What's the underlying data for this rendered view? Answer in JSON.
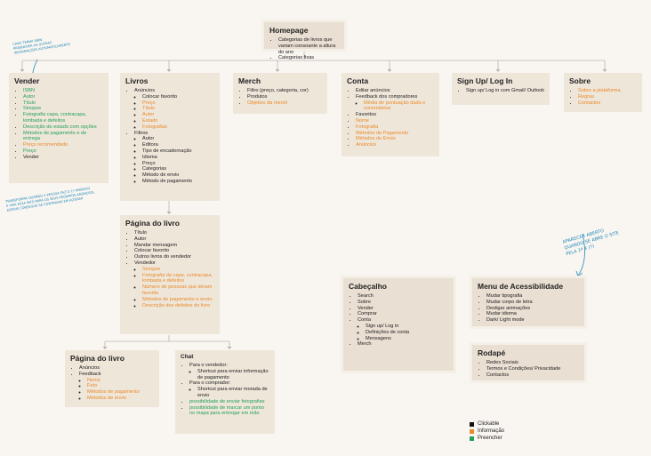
{
  "homepage": {
    "title": "Homepage",
    "items": [
      {
        "text": "Categorias de livros que variam consoante a altura do ano",
        "c": "k"
      },
      {
        "text": "Categorias fixas",
        "c": "k"
      }
    ]
  },
  "vender": {
    "title": "Vender",
    "items": [
      {
        "text": "ISBN",
        "c": "g"
      },
      {
        "text": "Autor",
        "c": "g"
      },
      {
        "text": "Título",
        "c": "g"
      },
      {
        "text": "Sinopse",
        "c": "g"
      },
      {
        "text": "Fotografia capa, contracapa, lombada e defeitos",
        "c": "g"
      },
      {
        "text": "Descrição do estado com opções",
        "c": "g"
      },
      {
        "text": "Métodos de pagamento e de entrega",
        "c": "g"
      },
      {
        "text": "Preço recomendado",
        "c": "o"
      },
      {
        "text": "Preço",
        "c": "g"
      },
      {
        "text": "Vender",
        "c": "k"
      }
    ]
  },
  "livros": {
    "title": "Livros",
    "items": [
      {
        "text": "Anúncios",
        "c": "k",
        "sub": [
          {
            "text": "Colocar favorito",
            "c": "k"
          },
          {
            "text": "Preço",
            "c": "o"
          },
          {
            "text": "Título",
            "c": "o"
          },
          {
            "text": "Autor",
            "c": "o"
          },
          {
            "text": "Estado",
            "c": "o"
          },
          {
            "text": "Fotografias",
            "c": "o"
          }
        ]
      },
      {
        "text": "Filtros",
        "c": "k",
        "sub": [
          {
            "text": "Autor",
            "c": "k"
          },
          {
            "text": "Editora",
            "c": "k"
          },
          {
            "text": "Tipo de encadernação",
            "c": "k"
          },
          {
            "text": "Idioma",
            "c": "k"
          },
          {
            "text": "Preço",
            "c": "k"
          },
          {
            "text": "Categorias",
            "c": "k"
          },
          {
            "text": "Método de envio",
            "c": "k"
          },
          {
            "text": "Método de pagamento",
            "c": "k"
          }
        ]
      }
    ]
  },
  "merch": {
    "title": "Merch",
    "items": [
      {
        "text": "Filtro (preço, categoria, cor)",
        "c": "k"
      },
      {
        "text": "Produtos",
        "c": "k"
      },
      {
        "text": "Objetivo da merch",
        "c": "o"
      }
    ]
  },
  "conta": {
    "title": "Conta",
    "items": [
      {
        "text": "Editar anúncios",
        "c": "k"
      },
      {
        "text": "Feedback dos compradores",
        "c": "k",
        "sub": [
          {
            "text": "Média de pontuação dada e comentários",
            "c": "o"
          }
        ]
      },
      {
        "text": "Favoritos",
        "c": "k"
      },
      {
        "text": "Nome",
        "c": "o"
      },
      {
        "text": "Fotografia",
        "c": "o"
      },
      {
        "text": "Métodos de Pagamento",
        "c": "o"
      },
      {
        "text": "Métodos de Envio",
        "c": "o"
      },
      {
        "text": "Anúncios",
        "c": "o"
      }
    ]
  },
  "signup": {
    "title": "Sign Up/ Log In",
    "items": [
      {
        "text": "Sign up/ Log in com Gmail/ Outlook",
        "c": "k"
      }
    ]
  },
  "sobre": {
    "title": "Sobre",
    "items": [
      {
        "text": "Sobre a plataforma",
        "c": "o"
      },
      {
        "text": "Regras",
        "c": "o"
      },
      {
        "text": "Contactos",
        "c": "o"
      }
    ]
  },
  "pagina_livro": {
    "title": "Página do livro",
    "items": [
      {
        "text": "Título",
        "c": "k"
      },
      {
        "text": "Autor",
        "c": "k"
      },
      {
        "text": "Mandar mensagem",
        "c": "k"
      },
      {
        "text": "Colocar favorito",
        "c": "k"
      },
      {
        "text": "Outros livros do vendedor",
        "c": "k"
      },
      {
        "text": "Vendedor",
        "c": "k",
        "sub": [
          {
            "text": "Sinopse",
            "c": "o"
          },
          {
            "text": "Fotografia da capa, contracapa, lombada e defeitos",
            "c": "o"
          },
          {
            "text": "Número de pessoas que deram favorito",
            "c": "o"
          },
          {
            "text": "Métodos de pagamento e envio",
            "c": "o"
          },
          {
            "text": "Descrição dos defeitos do livro",
            "c": "o"
          }
        ]
      }
    ]
  },
  "pagina_livro2": {
    "title": "Página do livro",
    "items": [
      {
        "text": "Anúncios",
        "c": "k"
      },
      {
        "text": "Feedback",
        "c": "k",
        "sub": [
          {
            "text": "Nome",
            "c": "o"
          },
          {
            "text": "Foto",
            "c": "o"
          },
          {
            "text": "Métodos de pagamento",
            "c": "o"
          },
          {
            "text": "Métodos de envio",
            "c": "o"
          }
        ]
      }
    ]
  },
  "chat": {
    "title": "Chat",
    "items": [
      {
        "text": "Para o vendedor:",
        "c": "k",
        "sub": [
          {
            "text": "Shortcut para enviar informação de pagamento",
            "c": "k"
          }
        ]
      },
      {
        "text": "Para o comprador:",
        "c": "k",
        "sub": [
          {
            "text": "Shortcut para enviar morada de envio",
            "c": "k"
          }
        ]
      },
      {
        "text": "possibilidade de enviar fotografias",
        "c": "g"
      },
      {
        "text": "possibilidade de marcar um ponto no mapa para entregar em mão",
        "c": "g"
      }
    ]
  },
  "cabecalho": {
    "title": "Cabeçalho",
    "items": [
      {
        "text": "Search",
        "c": "k"
      },
      {
        "text": "Sobre",
        "c": "k"
      },
      {
        "text": "Vender",
        "c": "k"
      },
      {
        "text": "Comprar",
        "c": "k"
      },
      {
        "text": "Conta",
        "c": "k",
        "sub": [
          {
            "text": "Sign up/ Log in",
            "c": "k"
          },
          {
            "text": "Definições de conta",
            "c": "k"
          },
          {
            "text": "Mensagens",
            "c": "k"
          }
        ]
      },
      {
        "text": "Merch",
        "c": "k"
      }
    ]
  },
  "acess": {
    "title": "Menu de Acessibilidade",
    "items": [
      {
        "text": "Mudar tipografia",
        "c": "k"
      },
      {
        "text": "Mudar corpo de letra",
        "c": "k"
      },
      {
        "text": "Desligar animações",
        "c": "k"
      },
      {
        "text": "Mudar idioma",
        "c": "k"
      },
      {
        "text": "Dark/ Light mode",
        "c": "k"
      }
    ]
  },
  "rodape": {
    "title": "Rodapé",
    "items": [
      {
        "text": "Redes Sociais",
        "c": "k"
      },
      {
        "text": "Termos e Condições/ Privacidade",
        "c": "k"
      },
      {
        "text": "Contactos",
        "c": "k"
      }
    ]
  },
  "notes": {
    "n1": "caso tenha isbn\npreencher as outras\ninformações automaticamente",
    "n2": "transforma quando a pessoa faz o 1º anúncio\ne vaia essa info para os seus próximos anúncios,\ndepois consegue-se continuar em alterar",
    "n3": "aparecer aberto\nquando se abre o site\npela 1ª x (?)"
  },
  "legend": [
    {
      "label": "Clickable",
      "color": "#111111"
    },
    {
      "label": "Informação",
      "color": "#e88a2a"
    },
    {
      "label": "Preencher",
      "color": "#22a05a"
    }
  ],
  "colors": {
    "k": "#222222",
    "o": "#e88a2a",
    "g": "#22a05a",
    "hand": "#1f86b5"
  }
}
